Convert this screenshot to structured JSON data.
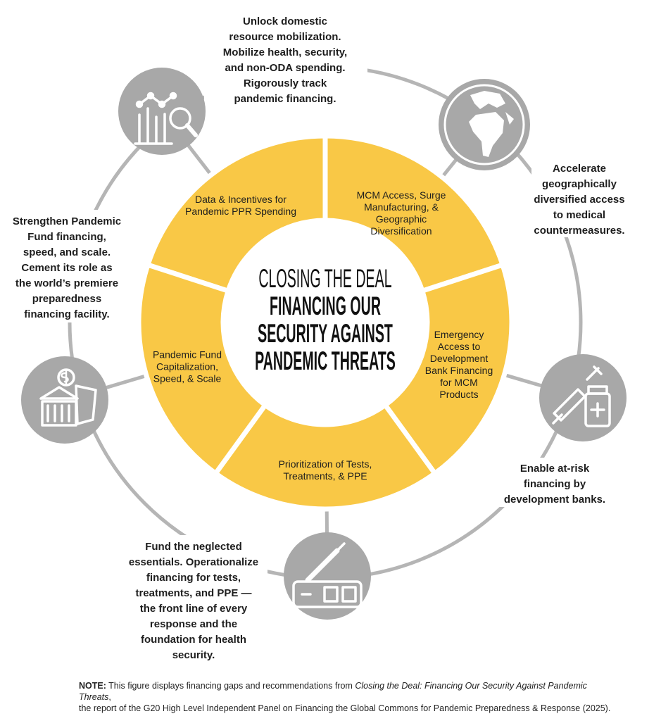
{
  "colors": {
    "ring": "#f9c846",
    "icon_bg": "#a8a8a8",
    "line": "#b5b5b5",
    "text": "#1e1e1e"
  },
  "title": {
    "line1": "CLOSING THE DEAL",
    "line2": "FINANCING OUR",
    "line3": "SECURITY AGAINST",
    "line4": "PANDEMIC THREATS"
  },
  "segments": [
    {
      "id": "data-incentives",
      "lines": [
        "Data & Incentives for",
        "Pandemic PPR Spending"
      ]
    },
    {
      "id": "mcm-access",
      "lines": [
        "MCM Access, Surge",
        "Manufacturing, & Geographic",
        "Diversification"
      ]
    },
    {
      "id": "emergency-access",
      "lines": [
        "Emergency Access to",
        "Development Bank Financing",
        "for MCM Products"
      ]
    },
    {
      "id": "prioritization",
      "lines": [
        "Prioritization of Tests,",
        "Treatments, & PPE"
      ]
    },
    {
      "id": "pandemic-fund",
      "lines": [
        "Pandemic Fund",
        "Capitalization, Speed, & Scale"
      ]
    }
  ],
  "icons": [
    {
      "id": "data",
      "icon": "chart-magnifier-icon"
    },
    {
      "id": "globe",
      "icon": "globe-icon"
    },
    {
      "id": "syringe",
      "icon": "syringe-vial-icon"
    },
    {
      "id": "test",
      "icon": "test-strip-dropper-icon"
    },
    {
      "id": "bank",
      "icon": "bank-money-icon"
    }
  ],
  "recommendations": {
    "top": [
      "Unlock domestic",
      "resource mobilization.",
      "Mobilize health, security,",
      "and non-ODA spending.",
      "Rigorously track",
      "pandemic financing."
    ],
    "right": [
      "Accelerate",
      "geographically",
      "diversified access",
      "to medical",
      "countermeasures."
    ],
    "lower_right": [
      "Enable at-risk",
      "financing by",
      "development banks."
    ],
    "bottom": [
      "Fund the neglected",
      "essentials. Operationalize",
      "financing for tests,",
      "treatments, and PPE —",
      "the front line of every",
      "response and the",
      "foundation for health",
      "security."
    ],
    "left": [
      "Strengthen Pandemic",
      "Fund financing,",
      "speed, and scale.",
      "Cement its role as",
      "the world’s premiere",
      "preparedness",
      "financing facility."
    ]
  },
  "note": {
    "label": "NOTE:",
    "text1": " This figure displays financing gaps and recommendations from ",
    "report_title": "Closing the Deal: Financing Our Security Against Pandemic Threats",
    "text2": ",",
    "line2": "the report of the G20 High Level Independent Panel on Financing the Global Commons for Pandemic Preparedness & Response (2025)."
  }
}
